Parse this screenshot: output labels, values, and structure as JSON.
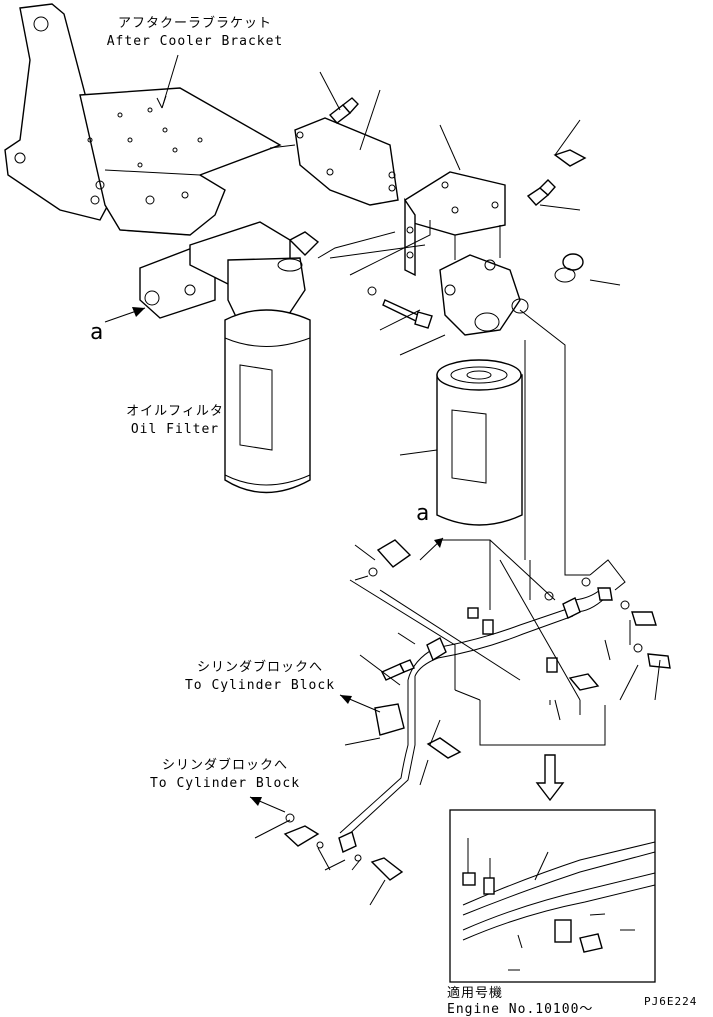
{
  "labels": {
    "aftercooler_jp": "アフタクーラブラケット",
    "aftercooler_en": "After Cooler Bracket",
    "oilfilter_jp": "オイルフィルタ",
    "oilfilter_en": "Oil Filter",
    "tocyl1_jp": "シリンダブロックへ",
    "tocyl1_en": "To Cylinder Block",
    "tocyl2_jp": "シリンダブロックへ",
    "tocyl2_en": "To Cylinder Block",
    "view_a_left": "a",
    "view_a_right": "a",
    "applicable_jp": "適用号機",
    "applicable_en": "Engine No.10100～",
    "drawing_code": "PJ6E224"
  }
}
